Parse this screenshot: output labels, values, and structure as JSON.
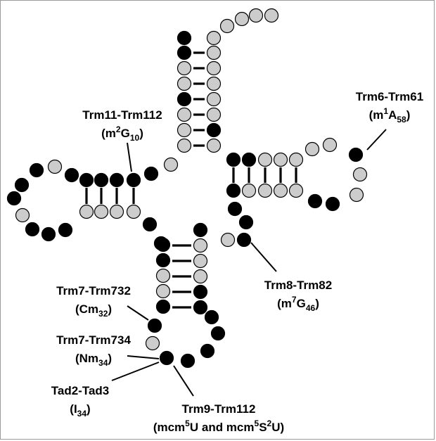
{
  "colors": {
    "modified": "#000000",
    "unmodified": "#cccccc",
    "outline": "#000000",
    "frame": "#9a9a9a"
  },
  "labels": {
    "trm6": {
      "line1": "Trm6-Trm61",
      "mod": {
        "open": "(m",
        "sup": "1",
        "base": "A",
        "sub": "58",
        "close": ")"
      }
    },
    "trm11": {
      "line1": "Trm11-Trm112",
      "mod": {
        "open": "(m",
        "sup": "2",
        "base": "G",
        "sub": "10",
        "close": ")"
      }
    },
    "trm8": {
      "line1": "Trm8-Trm82",
      "mod": {
        "open": "(m",
        "sup": "7",
        "base": "G",
        "sub": "46",
        "close": ")"
      }
    },
    "trm7_732": {
      "line1": "Trm7-Trm732",
      "mod": {
        "open": "(Cm",
        "sub": "32",
        "close": ")"
      }
    },
    "trm7_734": {
      "line1": "Trm7-Trm734",
      "mod": {
        "open": "(Nm",
        "sub": "34",
        "close": ")"
      }
    },
    "tad": {
      "line1": "Tad2-Tad3",
      "mod": {
        "open": "(I",
        "sub": "34",
        "close": ")"
      }
    },
    "trm9": {
      "line1": "Trm9-Trm112",
      "mod": {
        "p1": "(mcm",
        "sup1": "5",
        "p2": "U and mcm",
        "sup2": "5",
        "p3": "S",
        "sup3": "2",
        "p4": "U)"
      }
    }
  }
}
